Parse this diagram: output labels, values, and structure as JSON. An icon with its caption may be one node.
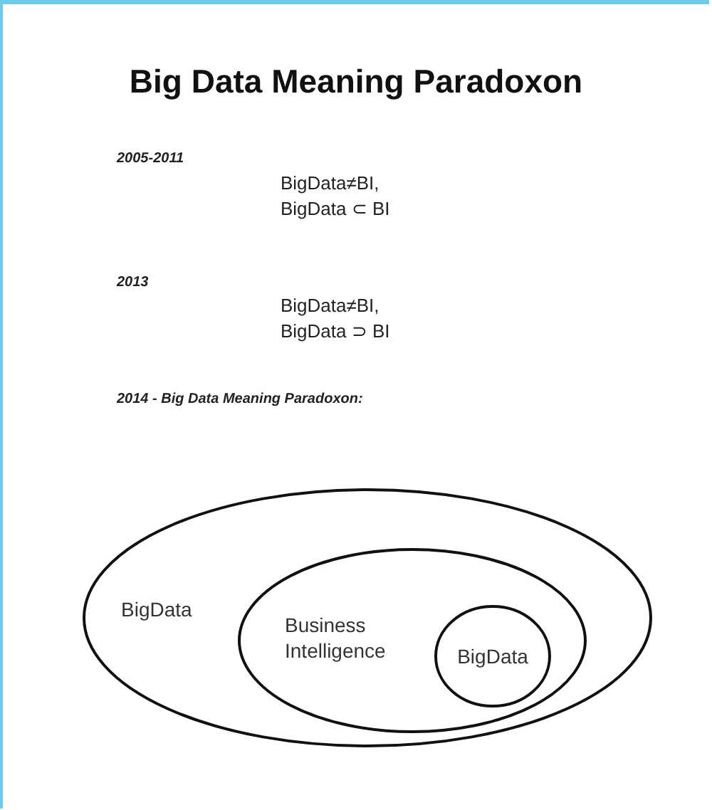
{
  "diagram": {
    "title": "Big Data Meaning Paradoxon",
    "nodes": [
      {
        "text": [
          "BigData"
        ]
      },
      {
        "text": [
          "Business Intelligence"
        ],
        "in": 0
      },
      {
        "text": [
          "BigData"
        ],
        "in": 1
      }
    ],
    "edges": [],
    "labels": [
      "2005-2011",
      "BigData≠BI, BigData ⊂ BI",
      "2013",
      "BigData≠BI, BigData ⊃ BI",
      "2014 - Big Data Meaning Paradoxon:"
    ]
  }
}
